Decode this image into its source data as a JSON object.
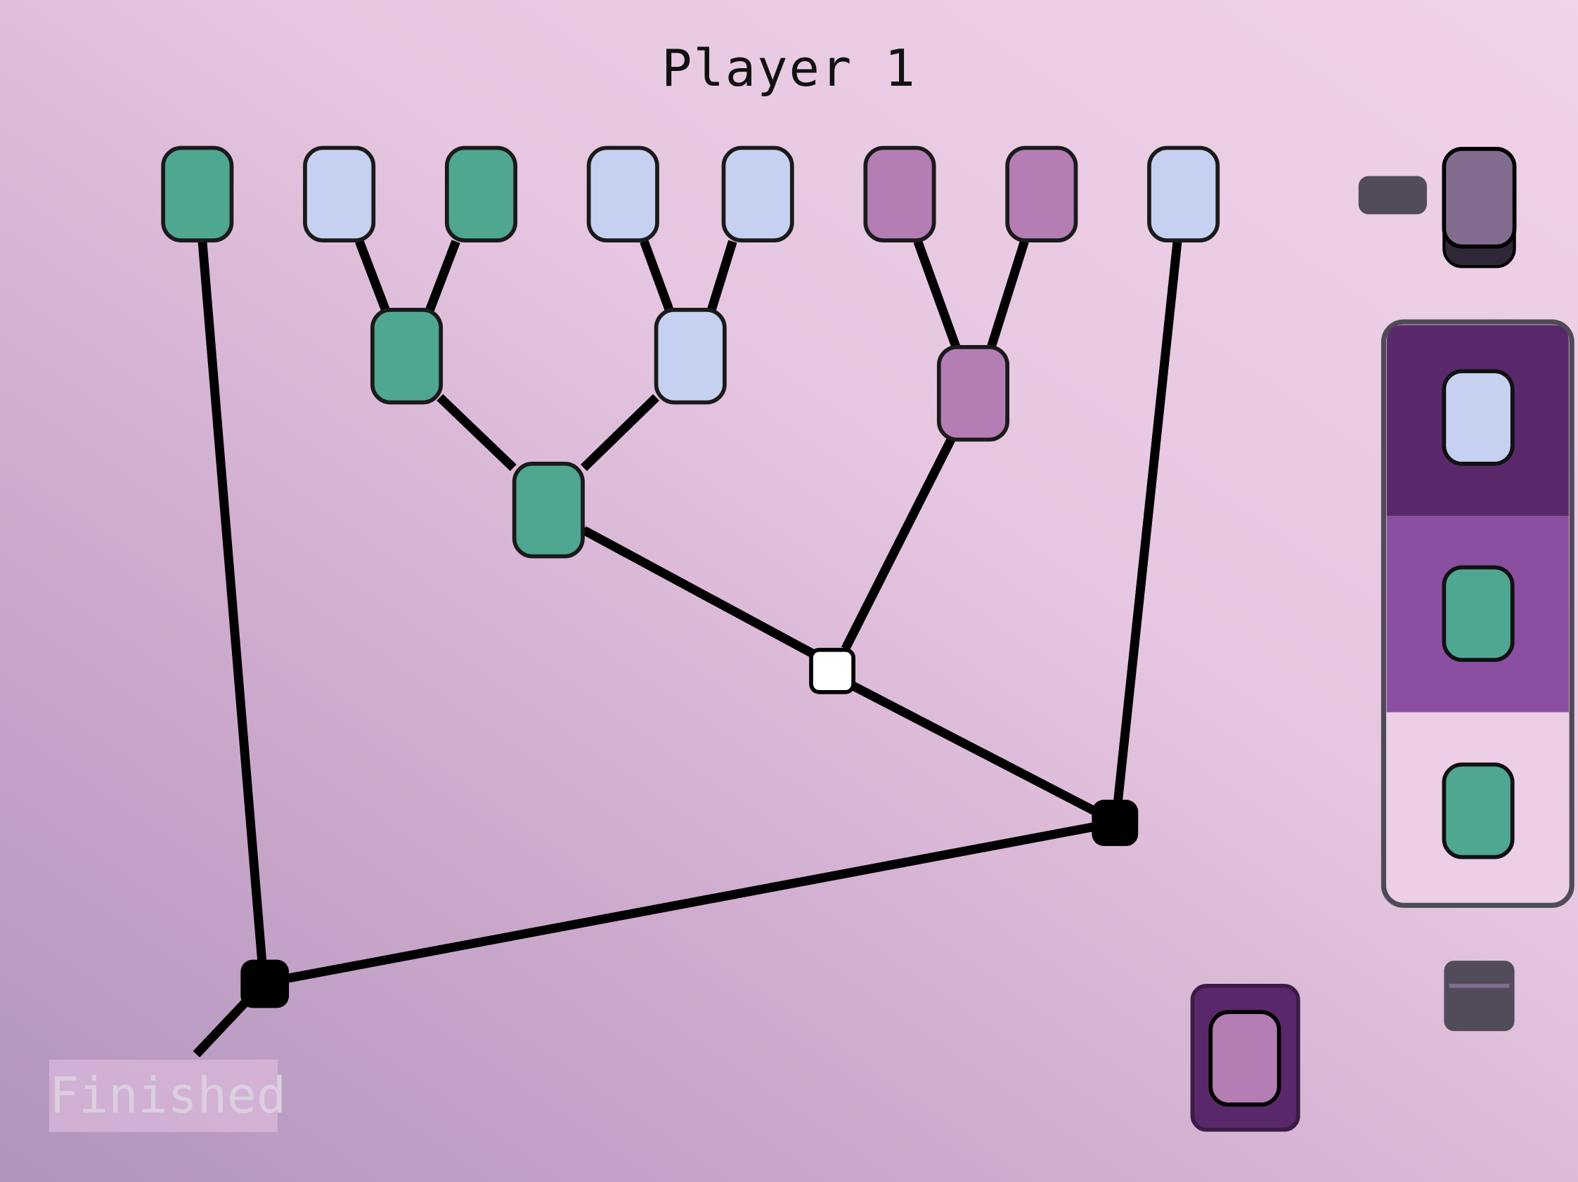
{
  "header": {
    "title": "Player 1"
  },
  "status": {
    "label": "Finished"
  },
  "colors": {
    "green": "#4fa792",
    "light_blue": "#c6d1f2",
    "purple": "#b47db4",
    "panel_dark": "#59286a",
    "panel_mid": "#8a4fa0",
    "panel_light": "#eccfe6"
  },
  "tree": {
    "leaves": [
      "green",
      "light_blue",
      "green",
      "light_blue",
      "light_blue",
      "purple",
      "purple",
      "light_blue"
    ],
    "merged": [
      "green",
      "light_blue",
      "purple",
      "green"
    ],
    "junction": "white",
    "roots": [
      "black",
      "black"
    ]
  },
  "queue": [
    "light_blue",
    "green",
    "green"
  ],
  "held_piece": "purple"
}
